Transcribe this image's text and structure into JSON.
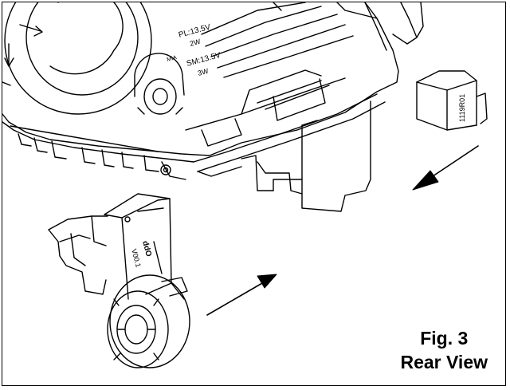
{
  "figure": {
    "number": "Fig. 3",
    "view": "Rear View"
  },
  "labels": {
    "pl_rating": "PL:13.5V",
    "pl_watt": "2W",
    "sm_rating": "SM:13.5V",
    "sm_watt": "3W",
    "mia": "MIA",
    "cap_part": "1119R01"
  },
  "colors": {
    "line": "#000000",
    "background": "#ffffff"
  }
}
